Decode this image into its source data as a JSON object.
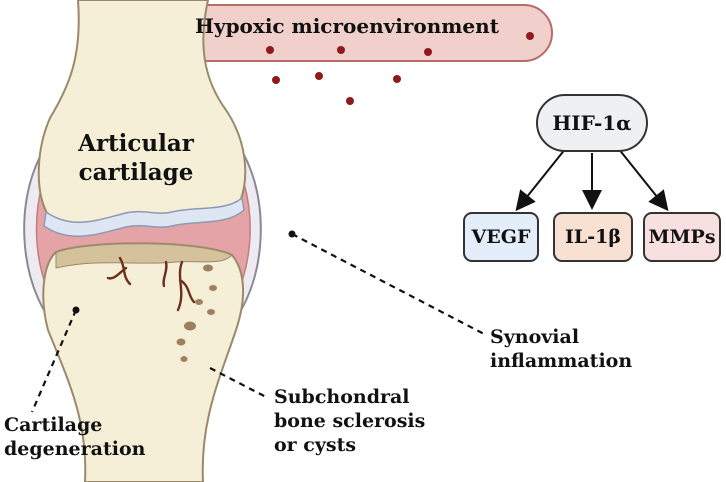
{
  "banner": {
    "label": "Hypoxic microenvironment"
  },
  "joint": {
    "cartilage_label_line1": "Articular",
    "cartilage_label_line2": "cartilage"
  },
  "hif": {
    "label": "HIF-1α",
    "targets": [
      {
        "label": "VEGF",
        "color": "#e4eefb"
      },
      {
        "label": "IL-1β",
        "color": "#f8e1d2"
      },
      {
        "label": "MMPs",
        "color": "#f9e0e0"
      }
    ]
  },
  "callouts": {
    "synovial_line1": "Synovial",
    "synovial_line2": "inflammation",
    "subchondral_line1": "Subchondral",
    "subchondral_line2": "bone sclerosis",
    "subchondral_line3": "or cysts",
    "cartilage_deg_line1": "Cartilage",
    "cartilage_deg_line2": "degeneration"
  },
  "colors": {
    "banner_fill": "#f1cfcb",
    "banner_stroke": "#b56d67",
    "dot": "#8e1b1b",
    "bone": "#f6efd8",
    "bone_stroke": "#9a8a6a",
    "synovium": "#e4a3a6",
    "capsule": "#eeeaf1",
    "cartilage": "#dde6f2",
    "lesion": "#9d8060",
    "crack": "#6e2f1c"
  }
}
